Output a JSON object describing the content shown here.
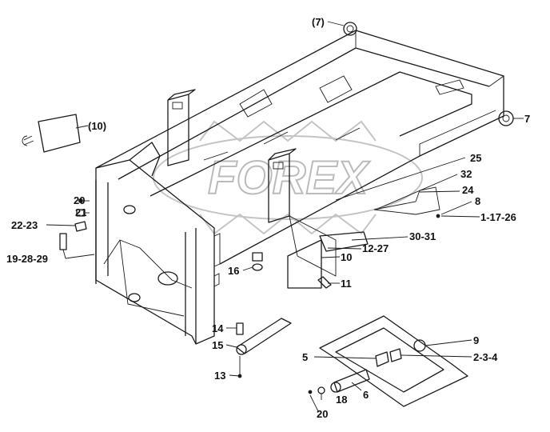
{
  "watermark": {
    "text": "FOREX"
  },
  "callouts": [
    {
      "id": "c7p",
      "text": "(7)"
    },
    {
      "id": "c7",
      "text": "7"
    },
    {
      "id": "c10p",
      "text": "(10)"
    },
    {
      "id": "c25",
      "text": "25"
    },
    {
      "id": "c32",
      "text": "32"
    },
    {
      "id": "c24",
      "text": "24"
    },
    {
      "id": "c8",
      "text": "8"
    },
    {
      "id": "c11726",
      "text": "1-17-26"
    },
    {
      "id": "c3031",
      "text": "30-31"
    },
    {
      "id": "c1227",
      "text": "12-27"
    },
    {
      "id": "c10",
      "text": "10"
    },
    {
      "id": "c11",
      "text": "11"
    },
    {
      "id": "c20a",
      "text": "20"
    },
    {
      "id": "c21",
      "text": "21"
    },
    {
      "id": "c2223",
      "text": "22-23"
    },
    {
      "id": "c192829",
      "text": "19-28-29"
    },
    {
      "id": "c16",
      "text": "16"
    },
    {
      "id": "c14",
      "text": "14"
    },
    {
      "id": "c15",
      "text": "15"
    },
    {
      "id": "c13",
      "text": "13"
    },
    {
      "id": "c9",
      "text": "9"
    },
    {
      "id": "c5",
      "text": "5"
    },
    {
      "id": "c234",
      "text": "2-3-4"
    },
    {
      "id": "c6",
      "text": "6"
    },
    {
      "id": "c18",
      "text": "18"
    },
    {
      "id": "c20b",
      "text": "20"
    }
  ]
}
